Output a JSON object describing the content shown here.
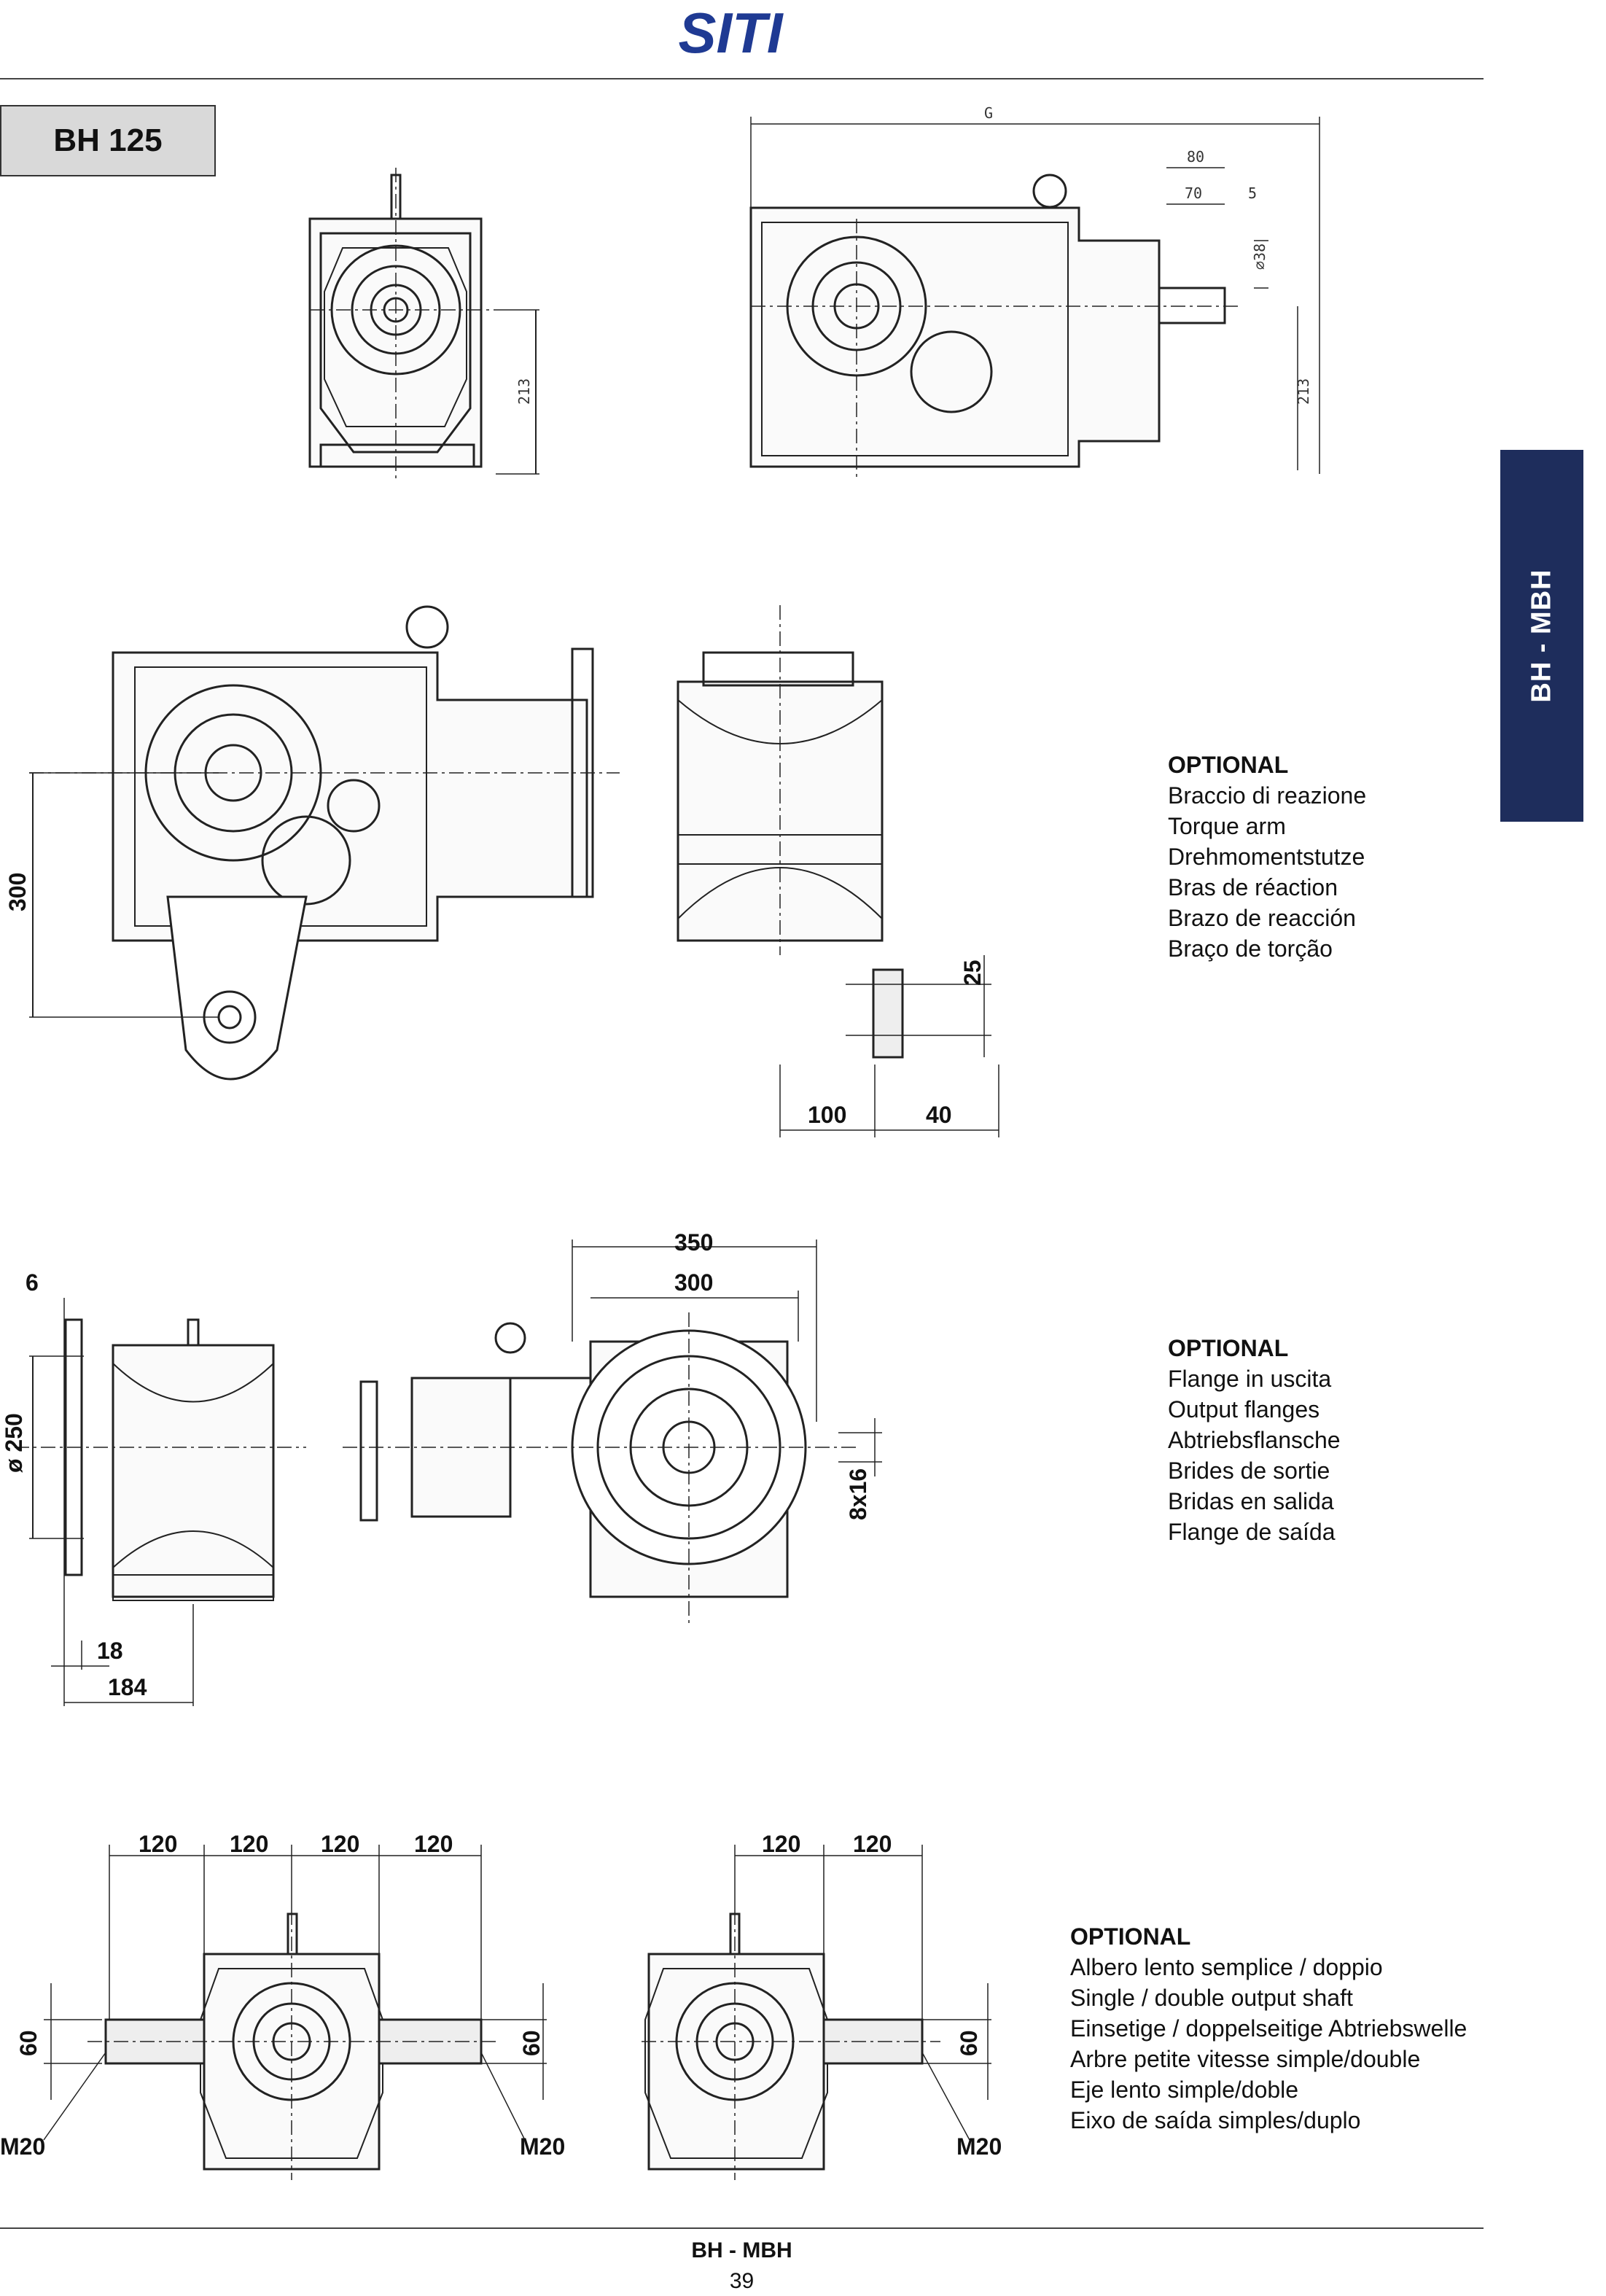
{
  "header": {
    "logo_text": "SITI"
  },
  "model": "BH 125",
  "side_tab": "BH - MBH",
  "drawing1": {
    "dims": [
      "G",
      "80",
      "70",
      "5",
      "⌀38",
      "213",
      "213"
    ]
  },
  "drawing2": {
    "dims": [
      "300",
      "25",
      "100",
      "40"
    ]
  },
  "drawing3": {
    "dims": [
      "350",
      "300",
      "6",
      "ø 250",
      "8x16",
      "18",
      "184"
    ]
  },
  "drawing4": {
    "dims": [
      "120",
      "120",
      "120",
      "120",
      "120",
      "120",
      "60",
      "60",
      "60",
      "M20",
      "M20",
      "M20"
    ]
  },
  "optional_torque": {
    "heading": "OPTIONAL",
    "lines": [
      "Braccio di reazione",
      "Torque arm",
      "Drehmomentstutze",
      "Bras de réaction",
      "Brazo de reacción",
      "Braço de torção"
    ]
  },
  "optional_flange": {
    "heading": "OPTIONAL",
    "lines": [
      "Flange in uscita",
      "Output flanges",
      "Abtriebsflansche",
      "Brides de sortie",
      "Bridas en salida",
      "Flange de saída"
    ]
  },
  "optional_shaft": {
    "heading": "OPTIONAL",
    "lines": [
      "Albero lento semplice / doppio",
      "Single / double output shaft",
      "Einsetige / doppelseitige Abtriebswelle",
      "Arbre petite vitesse simple/double",
      "Eje lento simple/doble",
      "Eixo de saída simples/duplo"
    ]
  },
  "footer": {
    "title": "BH - MBH",
    "page": "39"
  },
  "colors": {
    "logo_blue": "#1f3a93",
    "tab_navy": "#1e2d5c",
    "box_gray": "#d9d9d9"
  }
}
